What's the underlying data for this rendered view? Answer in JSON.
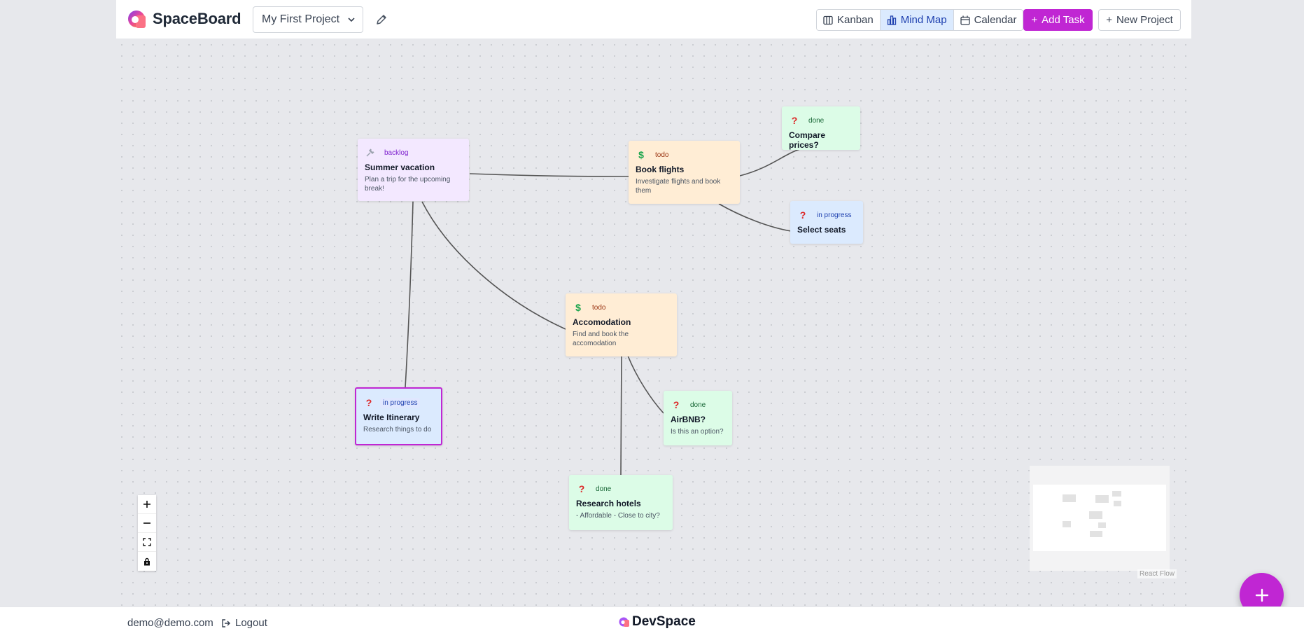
{
  "header": {
    "brand": "SpaceBoard",
    "project": "My First Project",
    "views": [
      {
        "label": "Kanban",
        "icon": "kanban-icon",
        "active": false
      },
      {
        "label": "Mind Map",
        "icon": "mind-map-icon",
        "active": true
      },
      {
        "label": "Calendar",
        "icon": "calendar-icon",
        "active": false
      }
    ],
    "add_task": "Add Task",
    "new_project": "New Project"
  },
  "nodes": {
    "summer": {
      "status": "backlog",
      "title": "Summer vacation",
      "description": "Plan a trip for the upcoming break!",
      "icon": "wrench-icon"
    },
    "flights": {
      "status": "todo",
      "title": "Book flights",
      "description": "Investigate flights and book them",
      "icon": "dollar-icon"
    },
    "compare": {
      "status": "done",
      "title": "Compare prices?",
      "description": "",
      "icon": "question-icon"
    },
    "seats": {
      "status": "in progress",
      "title": "Select seats",
      "description": "",
      "icon": "question-icon"
    },
    "accom": {
      "status": "todo",
      "title": "Accomodation",
      "description": "Find and book the accomodation",
      "icon": "dollar-icon"
    },
    "airbnb": {
      "status": "done",
      "title": "AirBNB?",
      "description": "Is this an option?",
      "icon": "question-icon"
    },
    "itinerary": {
      "status": "in progress",
      "title": "Write Itinerary",
      "description": "Research things to do",
      "icon": "question-icon"
    },
    "hotels": {
      "status": "done",
      "title": "Research hotels",
      "description": "- Affordable - Close to city?",
      "icon": "question-icon"
    }
  },
  "attribution": "React Flow",
  "footer": {
    "email": "demo@demo.com",
    "logout": "Logout",
    "brand": "DevSpace"
  },
  "colors": {
    "accent": "#c026d3",
    "backlog": "#f3e8ff",
    "todo": "#ffedd5",
    "done": "#dcfce7",
    "in_progress": "#dbeafe"
  }
}
